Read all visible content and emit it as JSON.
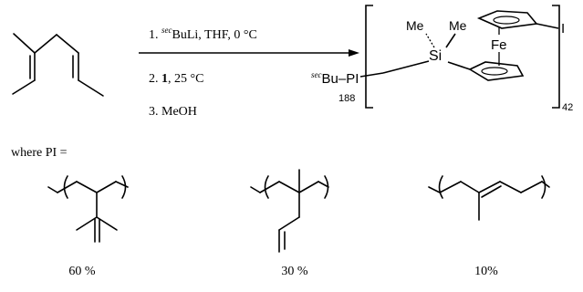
{
  "reaction": {
    "step1_prefix": "1. ",
    "step1_sec": "sec",
    "step1_rest": "BuLi, THF, 0 °C",
    "step2_prefix": "2. ",
    "step2_bold": "1",
    "step2_rest": ", 25 °C",
    "step3": "3.  MeOH"
  },
  "product": {
    "me_left": "Me",
    "me_right": "Me",
    "si": "Si",
    "fe": "Fe",
    "iodo": "I",
    "sec": "sec",
    "bu_pi": "Bu–PI",
    "sub_188": "188",
    "sub_42": "42"
  },
  "where_label": "where PI =",
  "isomers": [
    {
      "percent": "60 %"
    },
    {
      "percent": "30 %"
    },
    {
      "percent": "10%"
    }
  ]
}
